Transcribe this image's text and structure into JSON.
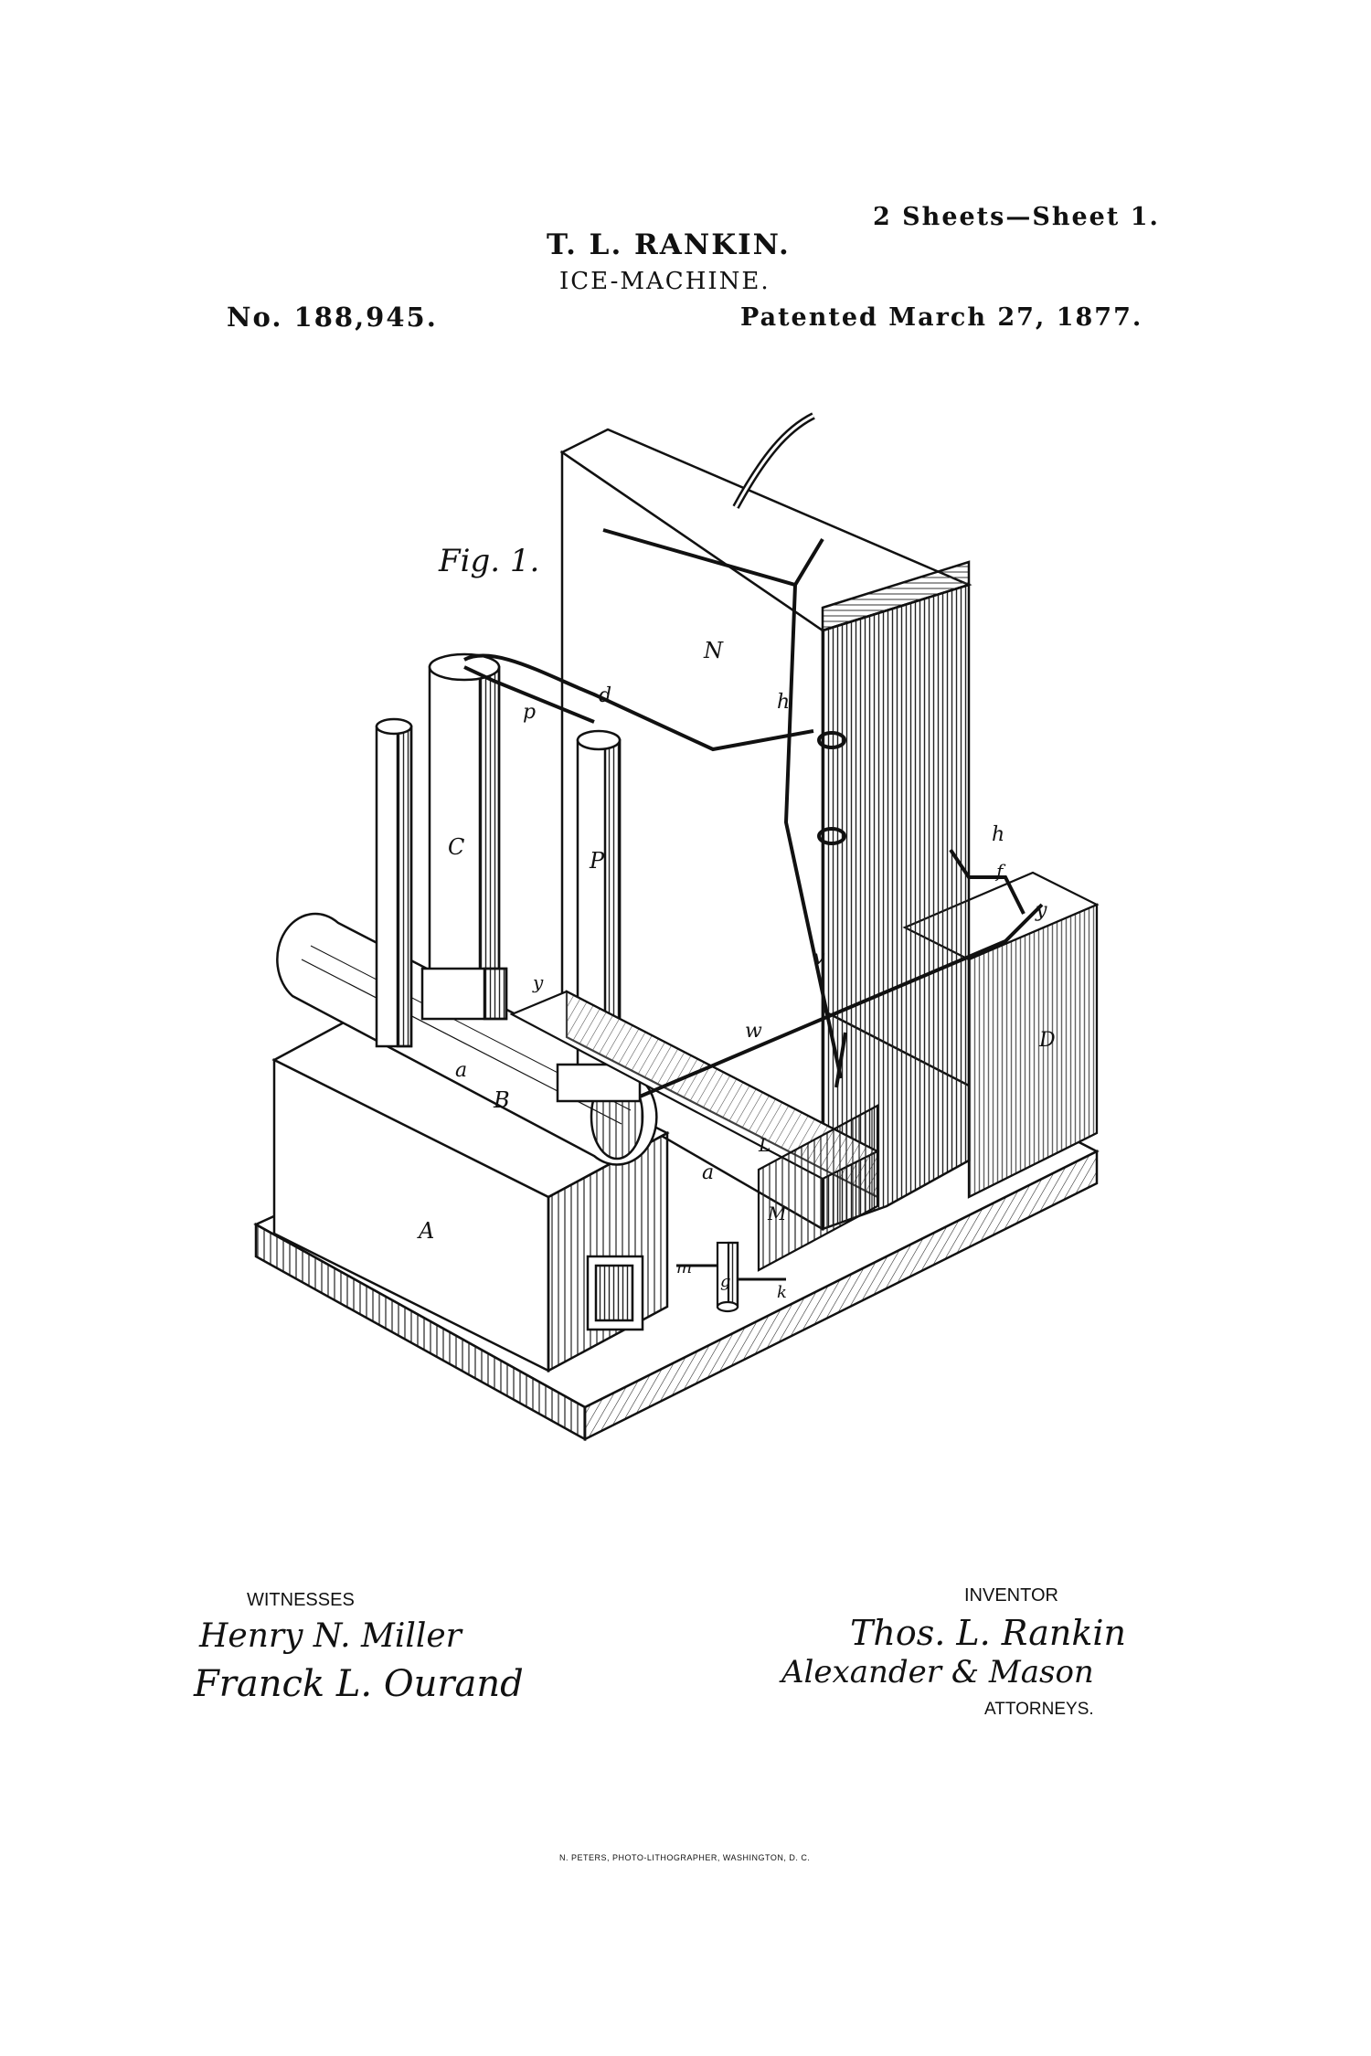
{
  "header": {
    "sheets": "2 Sheets—Sheet 1.",
    "inventor_name": "T. L. RANKIN.",
    "title": "ICE-MACHINE.",
    "patent_number": "No. 188,945.",
    "patented_date": "Patented March 27, 1877."
  },
  "figure": {
    "label": "Fig. 1.",
    "reference_letters": {
      "A": "A",
      "B": "B",
      "C": "C",
      "P": "P",
      "N": "N",
      "D": "D",
      "a1": "a",
      "a2": "a",
      "d": "d",
      "p": "p",
      "h1": "h",
      "h2": "h",
      "v": "v",
      "w": "w",
      "y1": "y",
      "y2": "y",
      "f": "f",
      "L": "L",
      "M": "M",
      "m": "m",
      "g": "g",
      "k": "k"
    }
  },
  "footer": {
    "witnesses_label": "WITNESSES",
    "witness_1": "Henry N. Miller",
    "witness_2": "Franck L. Ourand",
    "inventor_label": "INVENTOR",
    "inventor_signature": "Thos. L. Rankin",
    "attorney_signature": "Alexander & Mason",
    "attorneys_label": "ATTORNEYS.",
    "printer": "N. PETERS, PHOTO-LITHOGRAPHER, WASHINGTON, D. C."
  }
}
